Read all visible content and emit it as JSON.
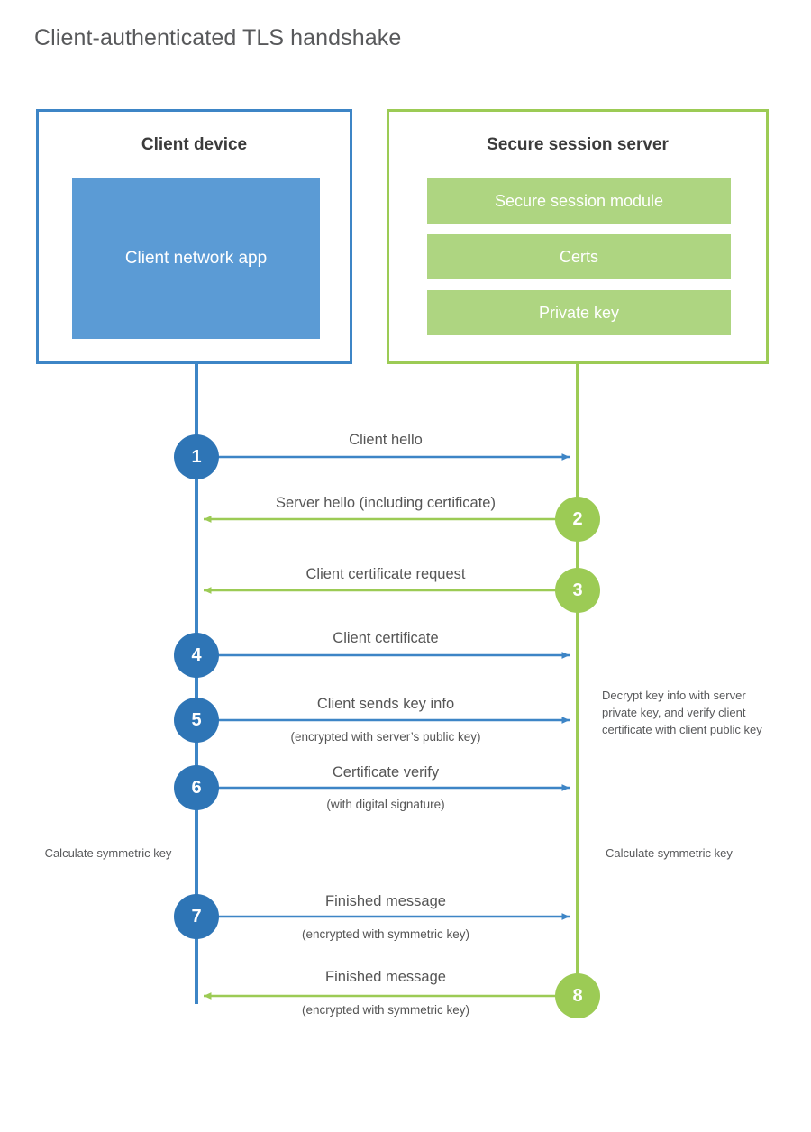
{
  "title": "Client-authenticated TLS handshake",
  "colors": {
    "client_blue": "#3d85c6",
    "client_block_blue": "#5b9bd5",
    "client_circle_blue": "#2e75b6",
    "server_green": "#9ccb55",
    "server_block_green": "#aed581",
    "text_gray": "#58595b"
  },
  "client_entity": {
    "title": "Client device",
    "app_label": "Client network app"
  },
  "server_entity": {
    "title": "Secure session server",
    "blocks": [
      {
        "label": "Secure session module"
      },
      {
        "label": "Certs"
      },
      {
        "label": "Private key"
      }
    ]
  },
  "steps": [
    {
      "number": "1",
      "origin": "client",
      "label": "Client hello",
      "sublabel": ""
    },
    {
      "number": "2",
      "origin": "server",
      "label": "Server hello (including certificate)",
      "sublabel": ""
    },
    {
      "number": "3",
      "origin": "server",
      "label": "Client certificate request",
      "sublabel": ""
    },
    {
      "number": "4",
      "origin": "client",
      "label": "Client certificate",
      "sublabel": ""
    },
    {
      "number": "5",
      "origin": "client",
      "label": "Client sends key info",
      "sublabel": "(encrypted with server’s public key)"
    },
    {
      "number": "6",
      "origin": "client",
      "label": "Certificate verify",
      "sublabel": "(with digital signature)"
    },
    {
      "number": "7",
      "origin": "client",
      "label": "Finished message",
      "sublabel": "(encrypted with symmetric key)"
    },
    {
      "number": "8",
      "origin": "server",
      "label": "Finished message",
      "sublabel": "(encrypted with symmetric key)"
    }
  ],
  "notes": {
    "server_decrypt": "Decrypt key info with server private key, and verify client certificate with client public key",
    "client_calculate": "Calculate symmetric key",
    "server_calculate": "Calculate symmetric key"
  }
}
